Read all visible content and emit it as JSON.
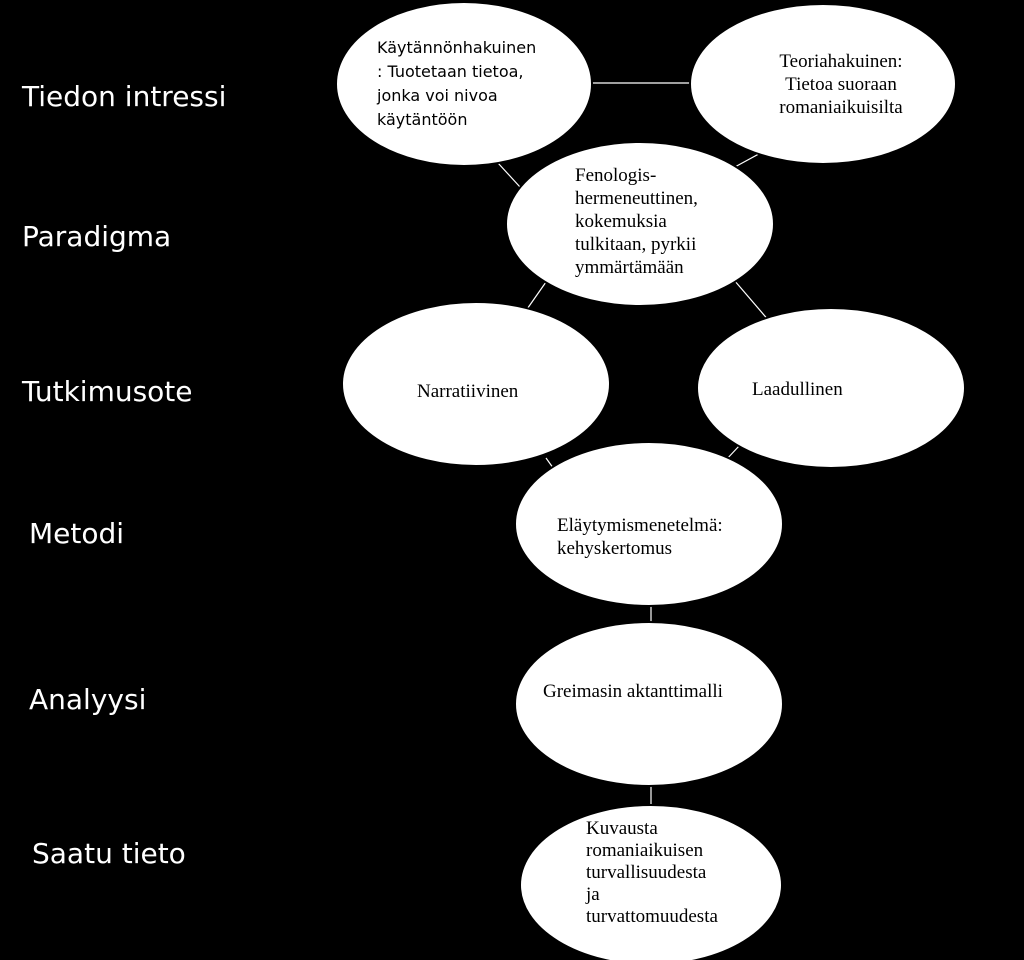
{
  "row_labels": {
    "tiedon_intressi": "Tiedon intressi",
    "paradigma": "Paradigma",
    "tutkimusote": "Tutkimusote",
    "metodi": "Metodi",
    "analyysi": "Analyysi",
    "saatu_tieto": "Saatu tieto"
  },
  "nodes": {
    "kaytannonhakuinen": "Käytännönhakuinen\n: Tuotetaan tietoa,\njonka voi nivoa\nkäytäntöön",
    "teoriahakuinen": "Teoriahakuinen:\nTietoa  suoraan\nromaniaikuisilta",
    "fenologis": "Fenologis-\nhermeneuttinen,\nkokemuksia\ntulkitaan, pyrkii\nymmärtämään",
    "narratiivinen": "Narratiivinen",
    "laadullinen": "Laadullinen",
    "elaytymismenetelma": "Eläytymismenetelmä:\nkehyskertomus",
    "greimasin": "Greimasin aktanttimalli",
    "kuvausta": "Kuvausta\nromaniaikuisen\nturvallisuudesta\nja\nturvattomuudesta"
  },
  "colors": {
    "background": "#000000",
    "node_fill": "#ffffff",
    "outline": "#000000",
    "connector": "#ffffff",
    "label": "#ffffff"
  }
}
